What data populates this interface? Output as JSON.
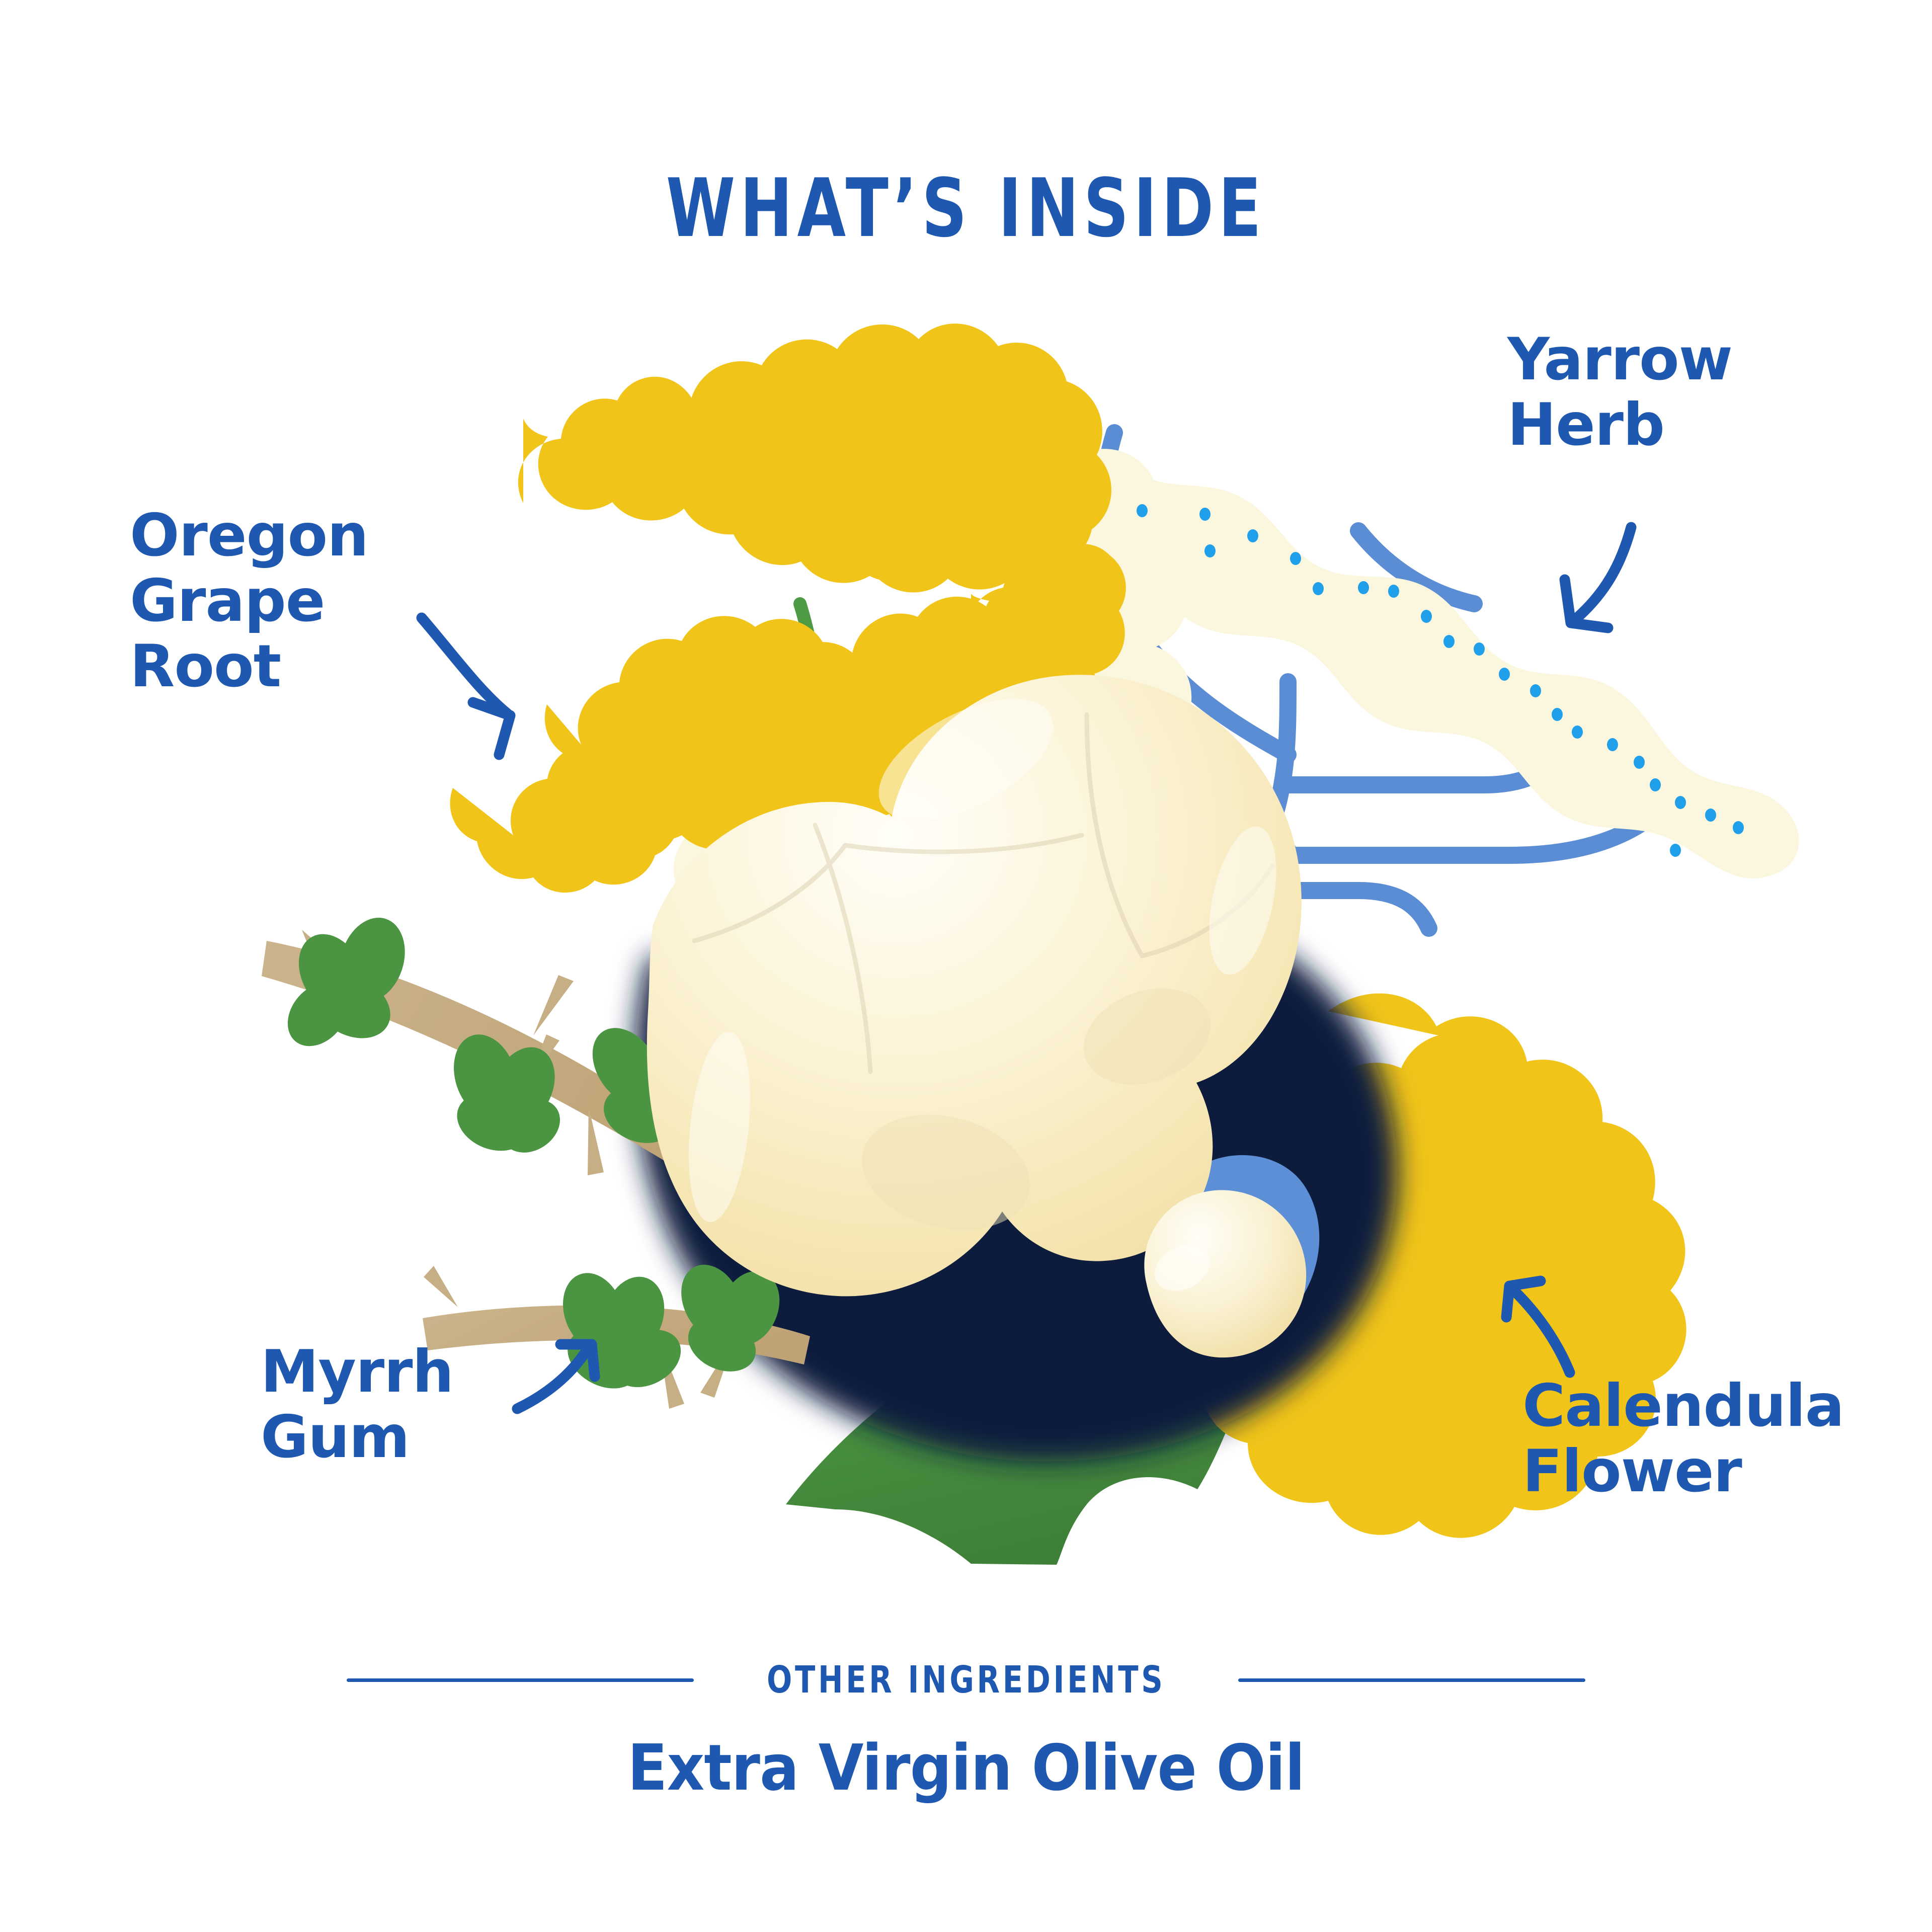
{
  "title": "WHAT’S INSIDE",
  "ingredients": [
    {
      "id": "oregon-grape-root",
      "label": "Oregon\nGrape\nRoot",
      "arrow": "curved-arrow-right"
    },
    {
      "id": "yarrow-herb",
      "label": "Yarrow\nHerb",
      "arrow": "curved-arrow-down-left"
    },
    {
      "id": "myrrh-gum",
      "label": "Myrrh\nGum",
      "arrow": "curved-arrow-up-right"
    },
    {
      "id": "calendula-flower",
      "label": "Calendula\nFlower",
      "arrow": "curved-arrow-up-left"
    }
  ],
  "other": {
    "heading": "OTHER INGREDIENTS",
    "value": "Extra Virgin Olive Oil"
  },
  "colors": {
    "blue_text": "#1F58B0",
    "blue_stem": "#5B8DD4",
    "blue_petal": "#5C8FD6",
    "dot_cyan": "#20A0EA",
    "yellow": "#F0C419",
    "yellow_deep": "#E8B714",
    "green_leaf": "#4B9140",
    "green_stem": "#4E9A45",
    "branch_tan": "#C6AE85",
    "cream": "#FBF6DE",
    "salve_light": "#FFFDF2",
    "salve_mid": "#F6E9BD",
    "navy_shadow": "#0E1B3C"
  }
}
